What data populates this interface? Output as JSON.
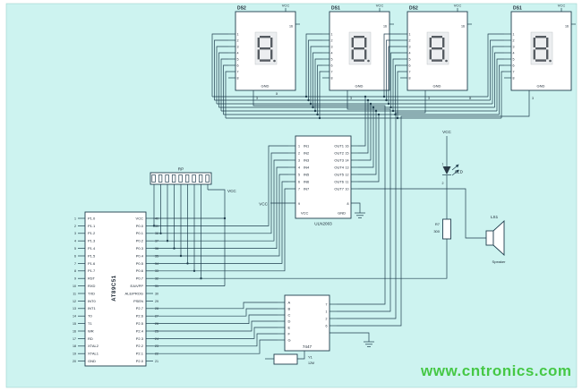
{
  "page": {
    "sheet_bg": "#cdf3f0",
    "wire_color": "#1f3d4d",
    "watermark": {
      "text": "www.cntronics.com",
      "color": "#46c846"
    }
  },
  "displays": [
    {
      "ref": "DS2",
      "vcc": "VCC",
      "top_pin": "16",
      "gnd": "GND",
      "bottom_pin": "3",
      "left_pins": [
        "1",
        "2",
        "3",
        "4",
        "5",
        "6",
        "7",
        "8"
      ]
    },
    {
      "ref": "DS1",
      "vcc": "VCC",
      "top_pin": "16",
      "gnd": "GND",
      "bottom_pin": "3",
      "left_pins": [
        "1",
        "2",
        "3",
        "4",
        "5",
        "6",
        "7",
        "8"
      ]
    },
    {
      "ref": "DS2",
      "vcc": "VCC",
      "top_pin": "16",
      "gnd": "GND",
      "bottom_pin": "3",
      "left_pins": [
        "1",
        "2",
        "3",
        "4",
        "5",
        "6",
        "7",
        "8"
      ]
    },
    {
      "ref": "DS1",
      "vcc": "VCC",
      "top_pin": "16",
      "gnd": "GND",
      "bottom_pin": "3",
      "left_pins": [
        "1",
        "2",
        "3",
        "4",
        "5",
        "6",
        "7",
        "8"
      ]
    }
  ],
  "mcu": {
    "ref": "AT89C51",
    "left_pins": [
      {
        "num": "1",
        "name": "P1.0"
      },
      {
        "num": "2",
        "name": "P1.1"
      },
      {
        "num": "3",
        "name": "P1.2"
      },
      {
        "num": "4",
        "name": "P1.3"
      },
      {
        "num": "5",
        "name": "P1.4"
      },
      {
        "num": "6",
        "name": "P1.5"
      },
      {
        "num": "7",
        "name": "P1.6"
      },
      {
        "num": "8",
        "name": "P1.7"
      },
      {
        "num": "9",
        "name": "RST"
      },
      {
        "num": "10",
        "name": "RXD"
      },
      {
        "num": "11",
        "name": "TXD"
      },
      {
        "num": "12",
        "name": "INT0"
      },
      {
        "num": "13",
        "name": "INT1"
      },
      {
        "num": "14",
        "name": "T0"
      },
      {
        "num": "15",
        "name": "T1"
      },
      {
        "num": "16",
        "name": "WR"
      },
      {
        "num": "17",
        "name": "RD"
      },
      {
        "num": "18",
        "name": "XTAL2"
      },
      {
        "num": "19",
        "name": "XTAL1"
      },
      {
        "num": "20",
        "name": "GND"
      }
    ],
    "right_pins": [
      {
        "num": "40",
        "name": "VCC"
      },
      {
        "num": "39",
        "name": "P0.0"
      },
      {
        "num": "38",
        "name": "P0.1"
      },
      {
        "num": "37",
        "name": "P0.2"
      },
      {
        "num": "36",
        "name": "P0.3"
      },
      {
        "num": "35",
        "name": "P0.4"
      },
      {
        "num": "34",
        "name": "P0.5"
      },
      {
        "num": "33",
        "name": "P0.6"
      },
      {
        "num": "32",
        "name": "P0.7"
      },
      {
        "num": "31",
        "name": "EA/VPP"
      },
      {
        "num": "30",
        "name": "ALE/PROG"
      },
      {
        "num": "29",
        "name": "PSEN"
      },
      {
        "num": "28",
        "name": "P2.7"
      },
      {
        "num": "27",
        "name": "P2.6"
      },
      {
        "num": "26",
        "name": "P2.5"
      },
      {
        "num": "25",
        "name": "P2.4"
      },
      {
        "num": "24",
        "name": "P2.3"
      },
      {
        "num": "23",
        "name": "P2.2"
      },
      {
        "num": "22",
        "name": "P2.1"
      },
      {
        "num": "21",
        "name": "P2.0"
      }
    ]
  },
  "driver": {
    "ref": "ULN2003",
    "vcc_label": "VCC",
    "left_pins": [
      {
        "num": "1",
        "name": "IN1"
      },
      {
        "num": "2",
        "name": "IN2"
      },
      {
        "num": "3",
        "name": "IN3"
      },
      {
        "num": "4",
        "name": "IN4"
      },
      {
        "num": "5",
        "name": "IN5"
      },
      {
        "num": "6",
        "name": "IN6"
      },
      {
        "num": "7",
        "name": "IN7"
      }
    ],
    "right_pins": [
      {
        "num": "16",
        "name": "OUT1"
      },
      {
        "num": "15",
        "name": "OUT2"
      },
      {
        "num": "14",
        "name": "OUT3"
      },
      {
        "num": "13",
        "name": "OUT4"
      },
      {
        "num": "12",
        "name": "OUT5"
      },
      {
        "num": "11",
        "name": "OUT6"
      },
      {
        "num": "10",
        "name": "OUT7"
      }
    ],
    "bottom_left": {
      "num": "9",
      "name": "VCC"
    },
    "bottom_right": {
      "num": "8",
      "name": "GND"
    }
  },
  "decoder": {
    "ref": "7447",
    "left_pins": [
      "A",
      "B",
      "C",
      "D",
      "E",
      "F",
      "G"
    ],
    "right_pins": [
      "7",
      "1",
      "2",
      "6"
    ]
  },
  "rp": {
    "ref": "RP",
    "vcc_label": "VCC"
  },
  "led": {
    "ref": "LED",
    "vcc_label": "VCC",
    "pin_top": "1",
    "pin_bottom": "2"
  },
  "resistor": {
    "ref": "R7",
    "value": "300"
  },
  "speaker": {
    "ref": "LS1",
    "caption": "Speaker"
  },
  "crystal": {
    "ref": "Y1",
    "value": "12M"
  },
  "marks": {
    "x1": "x",
    "x2": "x"
  }
}
